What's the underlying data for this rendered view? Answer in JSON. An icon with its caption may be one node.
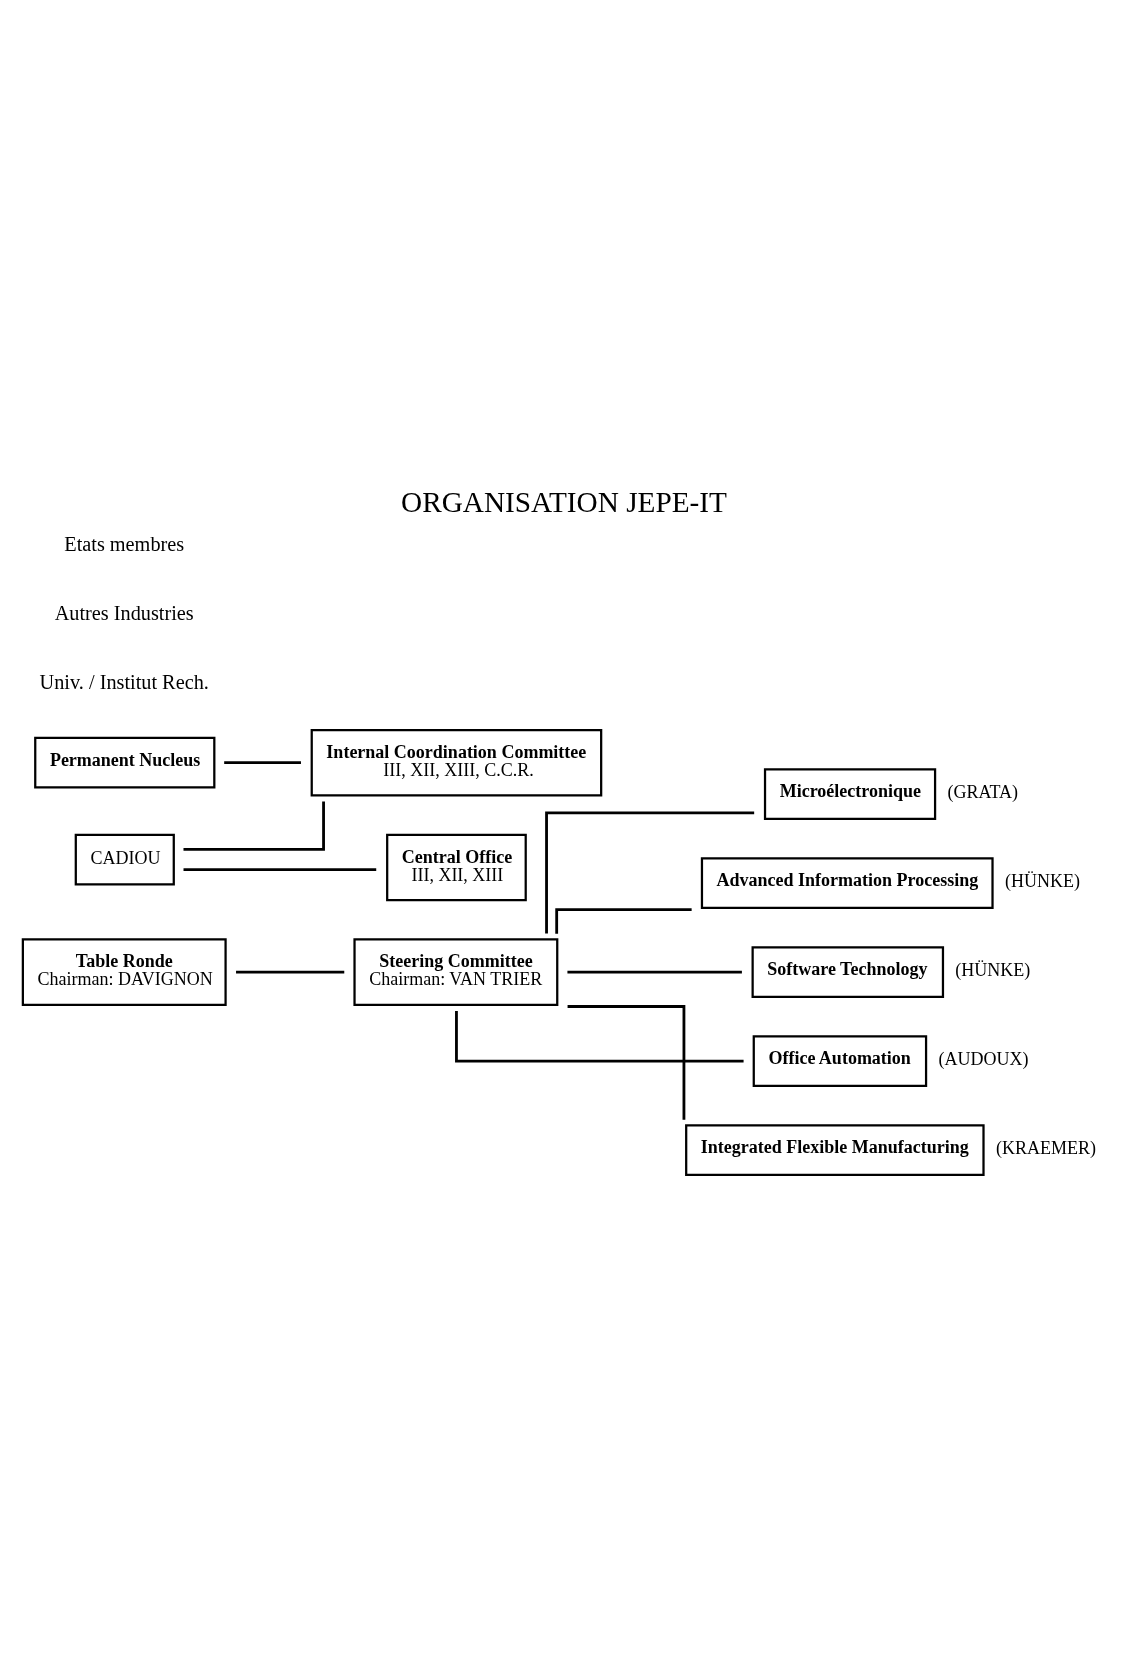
{
  "diagram": {
    "title": "ORGANISATION JEPE-IT",
    "nodes": [
      {
        "text": [
          "Table Ronde",
          "Chairman: DAVIGNON"
        ]
      },
      {
        "text": [
          "Steering Committee",
          "Chairman: VAN TRIER"
        ]
      },
      {
        "text": [
          "Permanent Nucleus"
        ]
      },
      {
        "text": [
          "Internal Coordination Committee",
          "III, XII, XIII, C.C.R."
        ]
      },
      {
        "text": [
          "CADIOU"
        ]
      },
      {
        "text": [
          "Central Office",
          "III, XII, XIII"
        ]
      },
      {
        "text": [
          "Microélectronique"
        ],
        "beside": [
          "(GRATA)"
        ]
      },
      {
        "text": [
          "Advanced Information Processing"
        ],
        "beside": [
          "(HÜNKE)"
        ]
      },
      {
        "text": [
          "Software Technology"
        ],
        "beside": [
          "(HÜNKE)"
        ]
      },
      {
        "text": [
          "Office Automation"
        ],
        "beside": [
          "(AUDOUX)"
        ]
      },
      {
        "text": [
          "Integrated Flexible Manufacturing"
        ],
        "beside": [
          "(KRAEMER)"
        ]
      }
    ],
    "edges": [
      {
        "from": 0,
        "to": 1,
        "arrow": "none"
      },
      {
        "from": 2,
        "to": 3,
        "arrow": "none"
      },
      {
        "from": 4,
        "to": 3,
        "arrow": "none"
      },
      {
        "from": 4,
        "to": 5,
        "arrow": "none"
      },
      {
        "from": 1,
        "to": 6,
        "arrow": "none"
      },
      {
        "from": 1,
        "to": 7,
        "arrow": "none"
      },
      {
        "from": 1,
        "to": 8,
        "arrow": "none"
      },
      {
        "from": 1,
        "to": 9,
        "arrow": "none"
      },
      {
        "from": 1,
        "to": 10,
        "arrow": "none"
      }
    ],
    "labels": [
      "Etats membres",
      "Autres Industries",
      "Univ. / Institut Rech."
    ]
  }
}
